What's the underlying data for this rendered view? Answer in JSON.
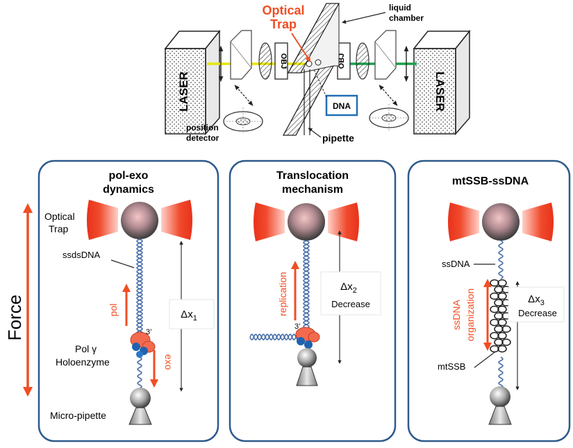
{
  "setup": {
    "title_line1": "Optical",
    "title_line2": "Trap",
    "liquid_chamber_line1": "liquid",
    "liquid_chamber_line2": "chamber",
    "laser_left": "LASER",
    "laser_right": "LASER",
    "obj_left": "OBJ",
    "obj_right": "OBJ",
    "dna": "DNA",
    "pipette": "pipette",
    "position_detector_line1": "position",
    "position_detector_line2": "detector"
  },
  "force_label": "Force",
  "panels": [
    {
      "title_line1": "pol-exo",
      "title_line2": "dynamics",
      "optical_trap_line1": "Optical",
      "optical_trap_line2": "Trap",
      "ssdsdna": "ssdsDNA",
      "pol": "pol",
      "exo": "exo",
      "three_prime": "3’",
      "enzyme_line1": "Pol γ",
      "enzyme_line2": "Holoenzyme",
      "micropipette": "Micro-pipette",
      "delta_base": "Δx",
      "delta_sub": "1"
    },
    {
      "title_line1": "Translocation",
      "title_line2": "mechanism",
      "replication": "replication",
      "three_prime": "3’",
      "delta_base": "Δx",
      "delta_sub": "2",
      "delta_note": "Decrease"
    },
    {
      "title_line1": "mtSSB-ssDNA",
      "ssdna": "ssDNA",
      "organization_line1": "ssDNA",
      "organization_line2": "organization",
      "mtssb": "mtSSB",
      "delta_base": "Δx",
      "delta_sub": "3",
      "delta_note": "Decrease"
    }
  ],
  "colors": {
    "accent": "#f04e23",
    "panel_border": "#2f5a8c",
    "laser_red": "#f03a22",
    "yellow_beam": "#e6e600",
    "green_beam": "#18a24a",
    "dna_blue": "#4a6fa8",
    "dna_box": "#1f6fb4",
    "enzyme_blue": "#1e63b0"
  }
}
